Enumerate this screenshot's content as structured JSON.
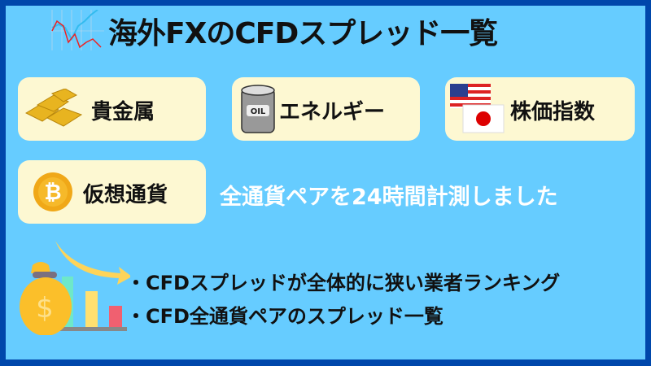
{
  "title": "海外FXのCFDスプレッド一覧",
  "categories": [
    {
      "label": "貴金属",
      "icon": "gold-bars-icon"
    },
    {
      "label": "エネルギー",
      "icon": "oil-barrel-icon",
      "icon_text": "OIL"
    },
    {
      "label": "株価指数",
      "icon": "us-japan-flags-icon"
    },
    {
      "label": "仮想通貨",
      "icon": "bitcoin-icon",
      "icon_text": "₿"
    }
  ],
  "note": "全通貨ペアを24時間計測しました",
  "bullets": [
    "・CFDスプレッドが全体的に狭い業者ランキング",
    "・CFD全通貨ペアのスプレッド一覧"
  ],
  "colors": {
    "background": "#66ccff",
    "border": "#0047ab",
    "card": "#fdf8d2"
  }
}
